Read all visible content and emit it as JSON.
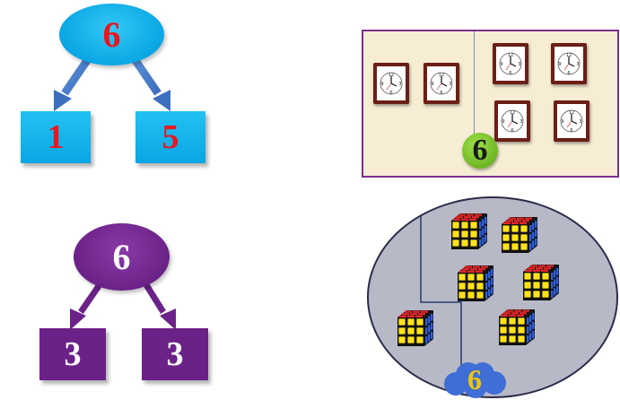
{
  "tree_blue": {
    "total": "6",
    "left": "1",
    "right": "5"
  },
  "tree_purple": {
    "total": "6",
    "left": "3",
    "right": "3"
  },
  "clocks_group": {
    "label": "6",
    "left_count": 2,
    "right_count": 4
  },
  "cubes_group": {
    "label": "6",
    "left_count": 1,
    "right_count": 5
  },
  "colors": {
    "blue": "#0aa6e4",
    "red_text": "#e8171d",
    "purple": "#6b2288",
    "green_badge": "#7ccc2e",
    "cloud_blue": "#3f6fd6",
    "panel_border": "#7b2f8e"
  },
  "icons": [
    "clock-icon",
    "rubiks-cube-icon",
    "arrow-icon",
    "cloud-icon"
  ]
}
